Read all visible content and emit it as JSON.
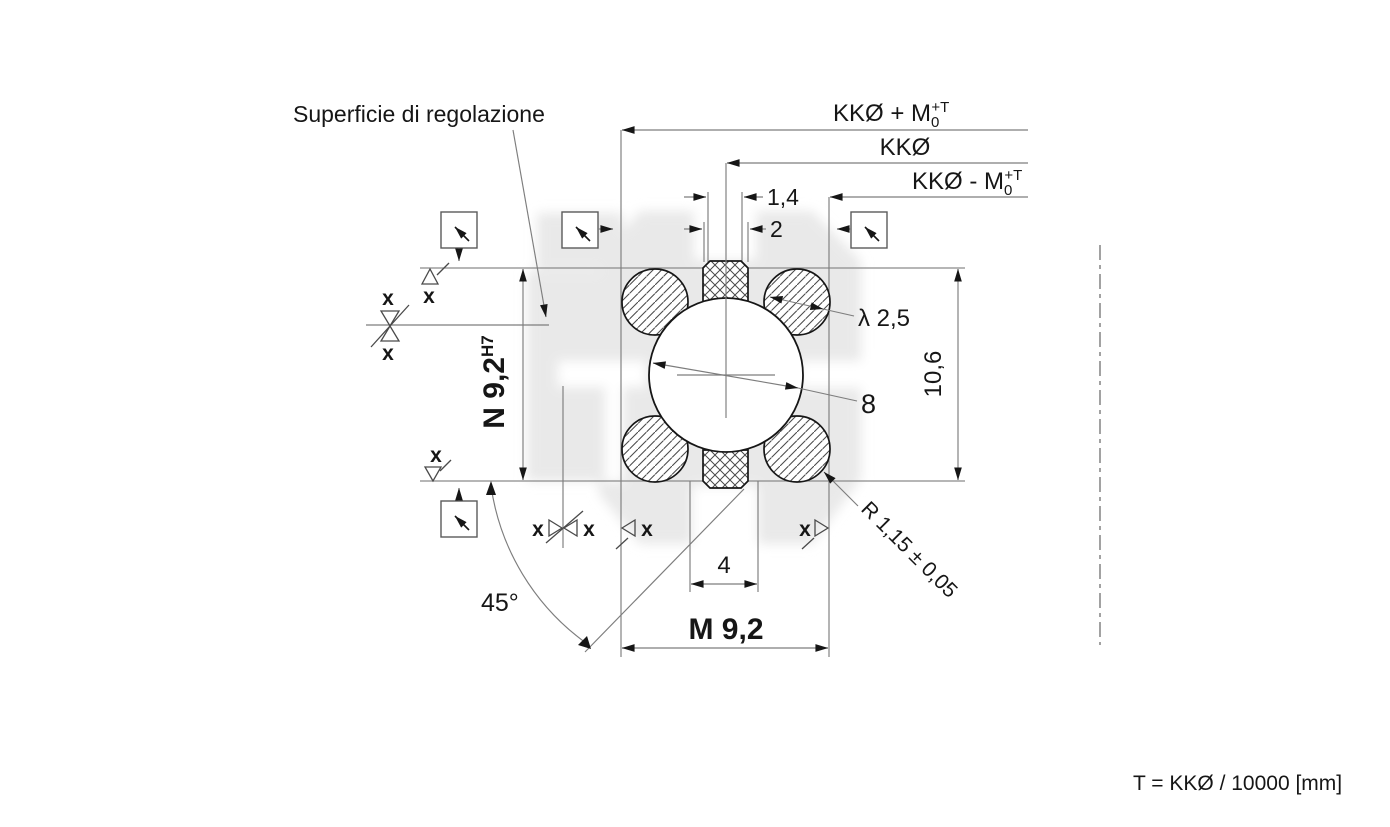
{
  "labels": {
    "callout": "Superficie di regolazione",
    "note": "T = KKØ / 10000 [mm]",
    "kk_plus_base": "KKØ + M",
    "kk_plus_sub": "0",
    "kk_plus_sup": "+T",
    "kk_mid": "KKØ",
    "kk_minus_base": "KKØ - M",
    "kk_minus_sub": "0",
    "kk_minus_sup": "+T",
    "width_top_flat": "1,4",
    "width_key": "2",
    "ball_diameter": "λ 2,5",
    "bore_diameter": "8",
    "overall_height": "10,6",
    "nut_thread_base": "N 9,2",
    "nut_thread_tolerance": "H7",
    "screw_thread": "M 9,2",
    "groove_width": "4",
    "contact_angle": "45°",
    "groove_radius": "R 1,15 ± 0,05",
    "surface_mark": "x"
  }
}
